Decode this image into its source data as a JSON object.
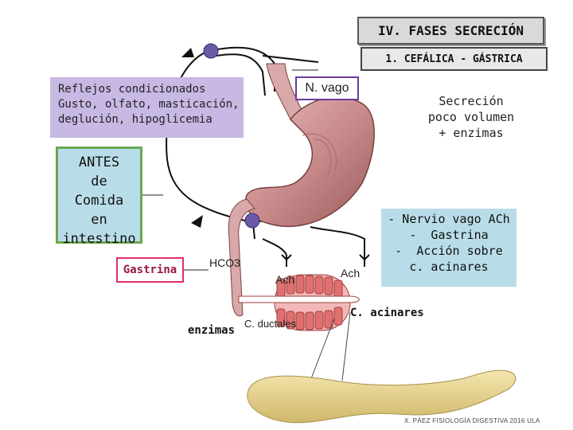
{
  "title": "IV. FASES SECRECIÓN",
  "subtitle": "1. CEFÁLICA - GÁSTRICA",
  "reflexes": {
    "line1": "Reflejos condicionados",
    "line2": "Gusto, olfato, masticación,",
    "line3": "deglución, hipoglicemia"
  },
  "vagus_label": "N. vago",
  "antes": {
    "line1": "ANTES",
    "line2": "de",
    "line3": "Comida",
    "line4": "en",
    "line5": "intestino"
  },
  "gastrina_label": "Gastrina",
  "secretion": {
    "line1": "Secreción",
    "line2": "poco volumen",
    "line3": "+ enzimas"
  },
  "mechanisms": {
    "line1": "- Nervio vago ACh",
    "line2": "-  Gastrina",
    "line3": "-  Acción sobre",
    "line4": "c. acinares"
  },
  "labels": {
    "hco3": "HCO3",
    "ach_left": "Ach",
    "ach_right": "Ach",
    "enzimas": "enzimas",
    "c_ductales": "C. ductales",
    "c_acinares": "C. acinares"
  },
  "footer": "X. PÁEZ  FISIOLOGÍA DIGESTIVA 2016  ULA",
  "colors": {
    "stomach": "#c98b8b",
    "nerve_dot": "#6a5aa8",
    "acinar_cells": "#e07070",
    "pancreas": "#e8d690",
    "reflex_box": "#c8b8e4",
    "info_box": "#b9dde8"
  }
}
